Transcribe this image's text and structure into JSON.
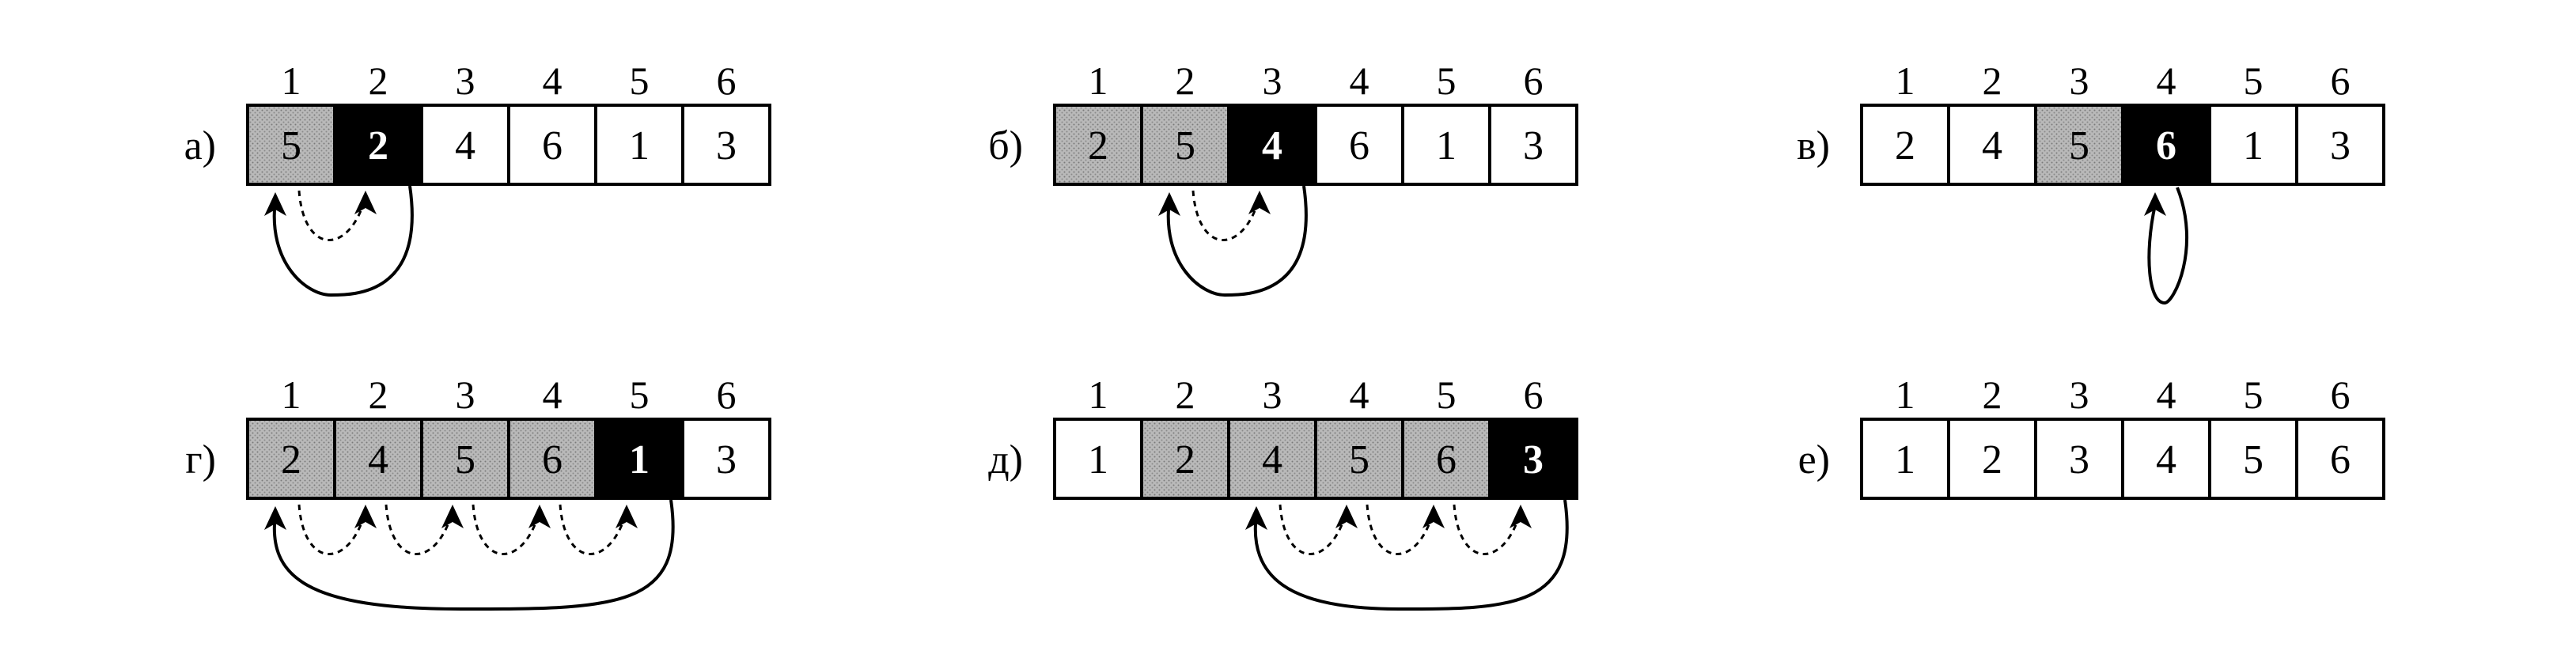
{
  "panels": [
    {
      "label": "а)",
      "indices": [
        "1",
        "2",
        "3",
        "4",
        "5",
        "6"
      ],
      "values": [
        "5",
        "2",
        "4",
        "6",
        "1",
        "3"
      ],
      "cell_states": [
        "sorted",
        "key",
        "plain",
        "plain",
        "plain",
        "plain"
      ],
      "shift_from": [
        1
      ],
      "insert_to": 1,
      "insert_from": 2
    },
    {
      "label": "б)",
      "indices": [
        "1",
        "2",
        "3",
        "4",
        "5",
        "6"
      ],
      "values": [
        "2",
        "5",
        "4",
        "6",
        "1",
        "3"
      ],
      "cell_states": [
        "sorted",
        "sorted",
        "key",
        "plain",
        "plain",
        "plain"
      ],
      "shift_from": [
        2
      ],
      "insert_to": 2,
      "insert_from": 3
    },
    {
      "label": "в)",
      "indices": [
        "1",
        "2",
        "3",
        "4",
        "5",
        "6"
      ],
      "values": [
        "2",
        "4",
        "5",
        "6",
        "1",
        "3"
      ],
      "cell_states": [
        "plain",
        "plain",
        "sorted",
        "key",
        "plain",
        "plain"
      ],
      "shift_from": [],
      "insert_to": 4,
      "insert_from": 4
    },
    {
      "label": "г)",
      "indices": [
        "1",
        "2",
        "3",
        "4",
        "5",
        "6"
      ],
      "values": [
        "2",
        "4",
        "5",
        "6",
        "1",
        "3"
      ],
      "cell_states": [
        "sorted",
        "sorted",
        "sorted",
        "sorted",
        "key",
        "plain"
      ],
      "shift_from": [
        1,
        2,
        3,
        4
      ],
      "insert_to": 1,
      "insert_from": 5
    },
    {
      "label": "д)",
      "indices": [
        "1",
        "2",
        "3",
        "4",
        "5",
        "6"
      ],
      "values": [
        "1",
        "2",
        "4",
        "5",
        "6",
        "3"
      ],
      "cell_states": [
        "plain",
        "sorted",
        "sorted",
        "sorted",
        "sorted",
        "key"
      ],
      "shift_from": [
        3,
        4,
        5
      ],
      "insert_to": 3,
      "insert_from": 6
    },
    {
      "label": "е)",
      "indices": [
        "1",
        "2",
        "3",
        "4",
        "5",
        "6"
      ],
      "values": [
        "1",
        "2",
        "3",
        "4",
        "5",
        "6"
      ],
      "cell_states": [
        "plain",
        "plain",
        "plain",
        "plain",
        "plain",
        "plain"
      ],
      "shift_from": [],
      "insert_to": null,
      "insert_from": null
    }
  ],
  "colors": {
    "sorted_fill": "#b4b4b4",
    "key_fill": "#000000",
    "plain_fill": "#ffffff",
    "stroke": "#000000"
  }
}
